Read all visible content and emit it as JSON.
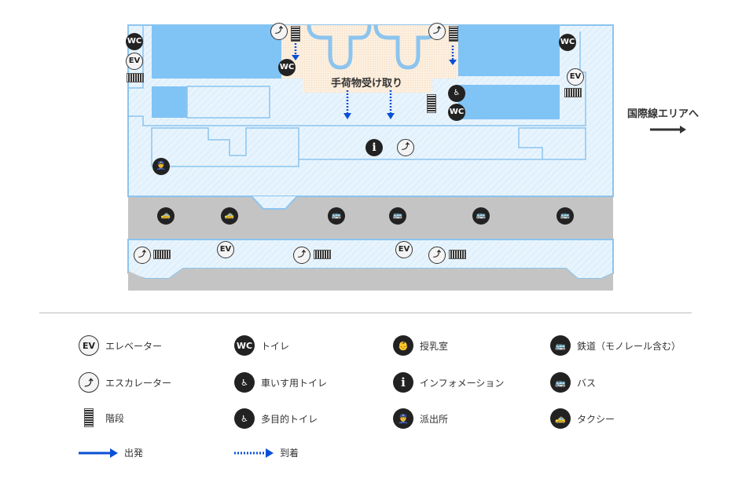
{
  "map": {
    "baggage_claim_label": "手荷物受け取り",
    "international_label": "国際線エリアへ",
    "icon_text": {
      "wc": "WC",
      "ev": "EV",
      "info": "i",
      "escalator": "⤴",
      "taxi": "🚕",
      "bus": "🚌",
      "multi": "♿",
      "police": "👮",
      "nursing": "👶",
      "wheelchair": "♿"
    }
  },
  "legend": {
    "items": [
      {
        "icon": "elevator-icon",
        "label": "エレベーター"
      },
      {
        "icon": "toilet-icon",
        "label": "トイレ"
      },
      {
        "icon": "nursing-room-icon",
        "label": "授乳室"
      },
      {
        "icon": "railway-icon",
        "label": "鉄道（モノレール含む）"
      },
      {
        "icon": "escalator-icon",
        "label": "エスカレーター"
      },
      {
        "icon": "wheelchair-toilet-icon",
        "label": "車いす用トイレ"
      },
      {
        "icon": "information-icon",
        "label": "インフォメーション"
      },
      {
        "icon": "bus-icon",
        "label": "バス"
      },
      {
        "icon": "stairs-icon",
        "label": "階段"
      },
      {
        "icon": "multipurpose-toilet-icon",
        "label": "多目的トイレ"
      },
      {
        "icon": "police-box-icon",
        "label": "派出所"
      },
      {
        "icon": "taxi-icon",
        "label": "タクシー"
      },
      {
        "icon": "departure-arrow-icon",
        "label": "出発"
      },
      {
        "icon": "arrival-arrow-icon",
        "label": "到着"
      }
    ]
  },
  "colors": {
    "area": "#e6f3fc",
    "block": "#80c3f5",
    "border": "#8cc4ee",
    "road": "#c4c4c4",
    "baggage": "#fbeedd",
    "arrow": "#0a4fd6"
  }
}
